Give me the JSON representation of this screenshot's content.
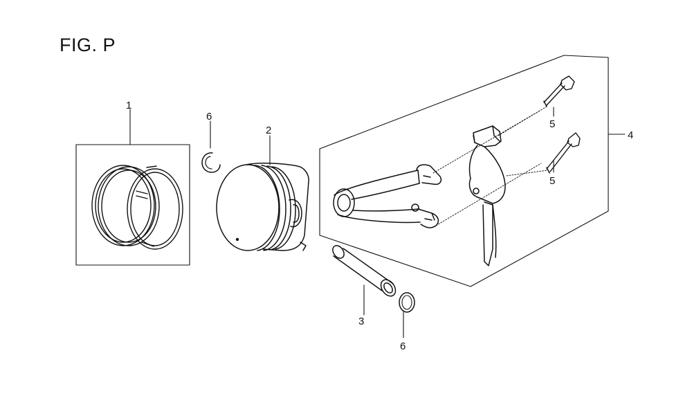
{
  "figure": {
    "title": "FIG. P"
  },
  "callouts": {
    "rings": "1",
    "piston": "2",
    "pin": "3",
    "rod_assembly": "4",
    "bolt_upper": "5",
    "bolt_lower": "5",
    "clip_upper": "6",
    "clip_lower": "6"
  }
}
